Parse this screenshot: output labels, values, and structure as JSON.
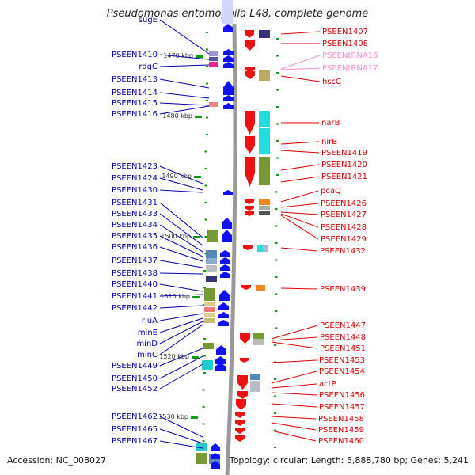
{
  "title": "Pseudomonas entomophila L48, complete genome",
  "footer": {
    "accession": "Accession: NC_008027",
    "summary": "Topology: circular; Length: 5,888,780 bp; Genes: 5,241"
  },
  "colors": {
    "left_label": "#0000aa",
    "right_label": "#dd0000",
    "right_label_faded": "#ff88cc",
    "forward_strand": "#1010ff",
    "reverse_strand": "#ee1111",
    "backbone": "#999999",
    "tick": "#119911"
  },
  "ruler": [
    "1470 kbp",
    "1480 kbp",
    "1490 kbp",
    "1500 kbp",
    "1510 kbp",
    "1520 kbp",
    "1530 kbp"
  ],
  "left_genes": [
    "sugE",
    "PSEEN1410",
    "rdgC",
    "PSEEN1413",
    "PSEEN1414",
    "PSEEN1415",
    "PSEEN1416",
    "PSEEN1423",
    "PSEEN1424",
    "PSEEN1430",
    "PSEEN1431",
    "PSEEN1433",
    "PSEEN1434",
    "PSEEN1435",
    "PSEEN1436",
    "PSEEN1437",
    "PSEEN1438",
    "PSEEN1440",
    "PSEEN1441",
    "PSEEN1442",
    "rluA",
    "minE",
    "minD",
    "minC",
    "PSEEN1449",
    "PSEEN1450",
    "PSEEN1452",
    "PSEEN1462",
    "PSEEN1465",
    "PSEEN1467"
  ],
  "right_genes": [
    "PSEEN1407",
    "PSEEN1408",
    "PSEENtRNA16",
    "PSEENtRNA17",
    "hscC",
    "narB",
    "nirB",
    "PSEEN1419",
    "PSEEN1420",
    "PSEEN1421",
    "pcaQ",
    "PSEEN1426",
    "PSEEN1427",
    "PSEEN1428",
    "PSEEN1429",
    "PSEEN1432",
    "PSEEN1439",
    "PSEEN1447",
    "PSEEN1448",
    "PSEEN1451",
    "PSEEN1453",
    "PSEEN1454",
    "actP",
    "PSEEN1456",
    "PSEEN1457",
    "PSEEN1458",
    "PSEEN1459",
    "PSEEN1460"
  ]
}
